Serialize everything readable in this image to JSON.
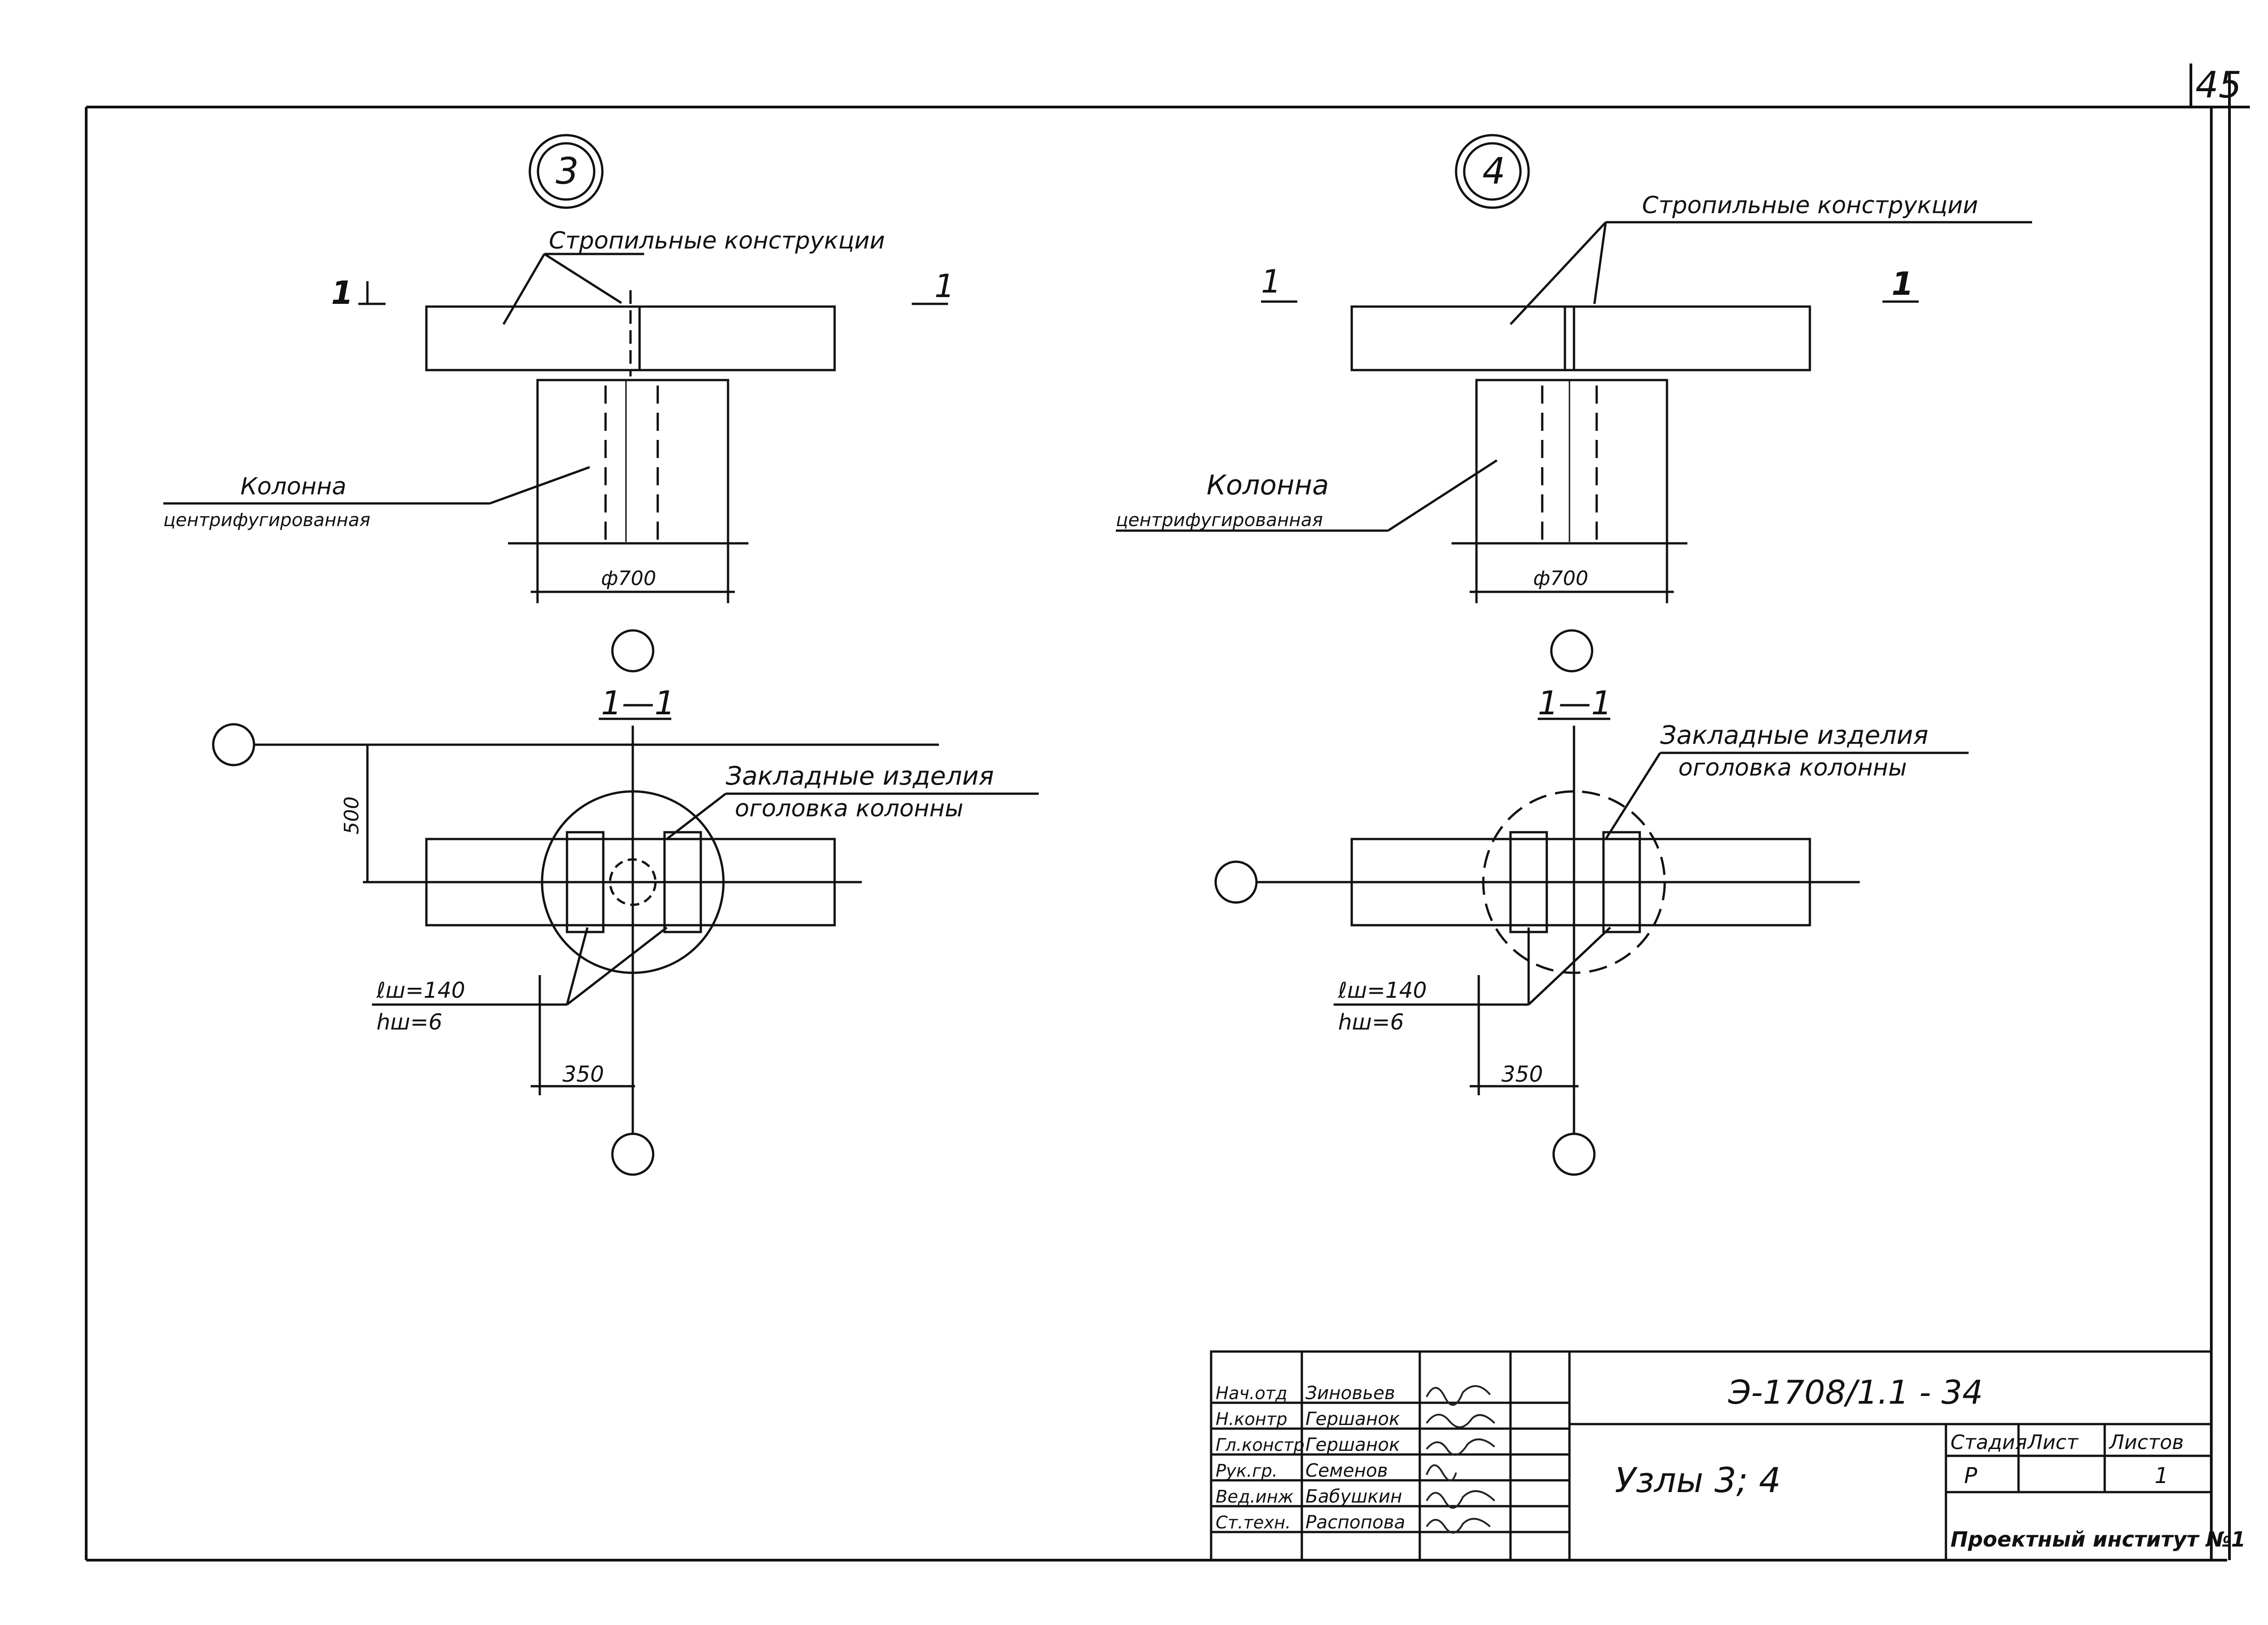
{
  "sheet_number": "45",
  "node_3": {
    "marker": "3",
    "section_left": "1",
    "section_right": "1",
    "rafter_label": "Стропильные конструкции",
    "column_label_line1": "Колонна",
    "column_label_line2": "центрифугированная",
    "diameter": "ф700",
    "section_title": "1—1",
    "embedded_line1": "Закладные изделия",
    "embedded_line2": "оголовка колонны",
    "dim_500": "500",
    "weld_length": "ℓш=140",
    "weld_height": "hш=6",
    "dim_350": "350"
  },
  "node_4": {
    "marker": "4",
    "section_left": "1",
    "section_right": "1",
    "rafter_label": "Стропильные конструкции",
    "column_label_line1": "Колонна",
    "column_label_line2": "центрифугированная",
    "diameter": "ф700",
    "section_title": "1—1",
    "embedded_line1": "Закладные изделия",
    "embedded_line2": "оголовка колонны",
    "weld_length": "ℓш=140",
    "weld_height": "hш=6",
    "dim_350": "350"
  },
  "title_block": {
    "doc_code": "Э-1708/1.1 - 34",
    "drawing_title": "Узлы 3; 4",
    "roles": [
      "Нач.отд",
      "Н.контр",
      "Гл.констр",
      "Рук.гр.",
      "Вед.инж",
      "Ст.техн."
    ],
    "names": [
      "Зиновьев",
      "Гершанок",
      "Гершанок",
      "Семенов",
      "Бабушкин",
      "Распопова"
    ],
    "stage_header": "Стадия",
    "sheet_header": "Лист",
    "sheets_header": "Листов",
    "stage_value": "Р",
    "sheets_value": "1",
    "organization": "Проектный институт №1"
  }
}
